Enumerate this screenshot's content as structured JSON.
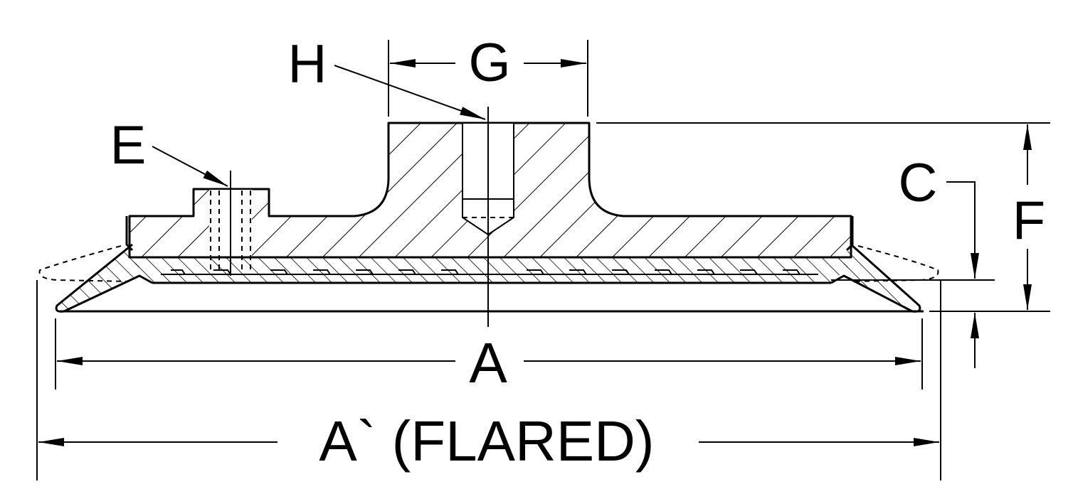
{
  "labels": {
    "h": "H",
    "g": "G",
    "e": "E",
    "c": "C",
    "f": "F",
    "a": "A",
    "a_flared": "A` (FLARED)"
  }
}
